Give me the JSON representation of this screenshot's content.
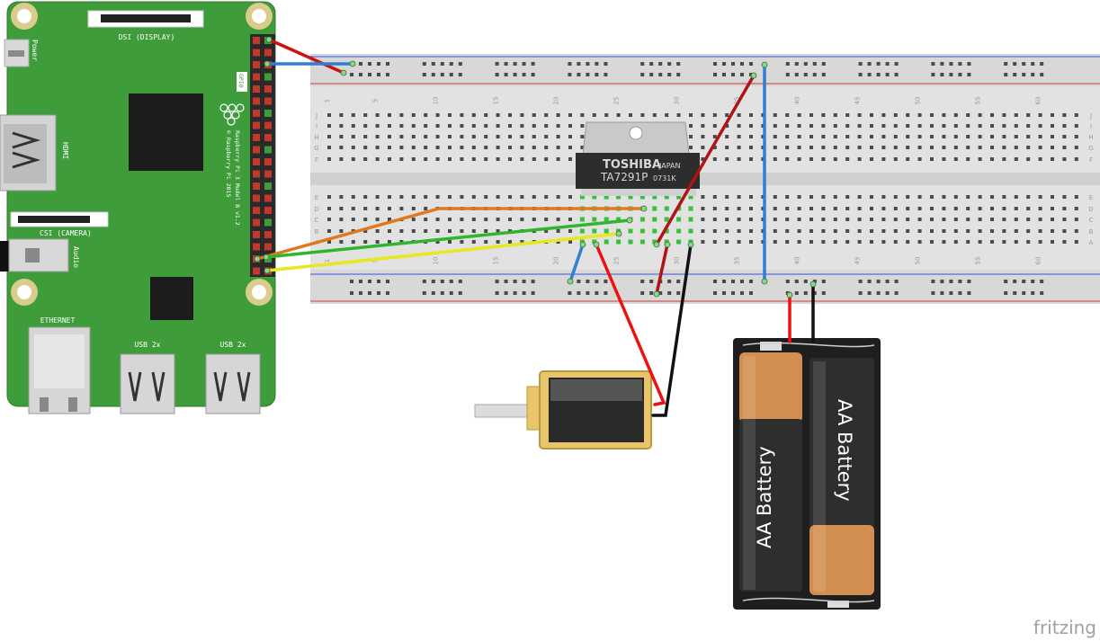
{
  "pi": {
    "dsi_label": "DSI (DISPLAY)",
    "power_label": "Power",
    "hdmi_label": "HDMI",
    "gpio_label": "GPIO",
    "board_text": "Raspberry Pi 3 Model B v1.2",
    "copyright_text": "© Raspberry Pi 2015",
    "csi_label": "CSI (CAMERA)",
    "audio_label": "Audio",
    "ethernet_label": "ETHERNET",
    "usb1_label": "USB 2x",
    "usb2_label": "USB 2x"
  },
  "breadboard": {
    "column_numbers": [
      "1",
      "5",
      "10",
      "15",
      "20",
      "25",
      "30",
      "35",
      "40",
      "45",
      "50",
      "55",
      "60"
    ],
    "row_letters_top": [
      "J",
      "I",
      "H",
      "G",
      "F"
    ],
    "row_letters_bottom": [
      "E",
      "D",
      "C",
      "B",
      "A"
    ]
  },
  "chip": {
    "brand": "TOSHIBA",
    "country": "JAPAN",
    "part": "TA7291P",
    "code": "0731K"
  },
  "battery": {
    "label_1": "AA Battery",
    "label_2": "AA Battery"
  },
  "brand_logo": "fritzing"
}
